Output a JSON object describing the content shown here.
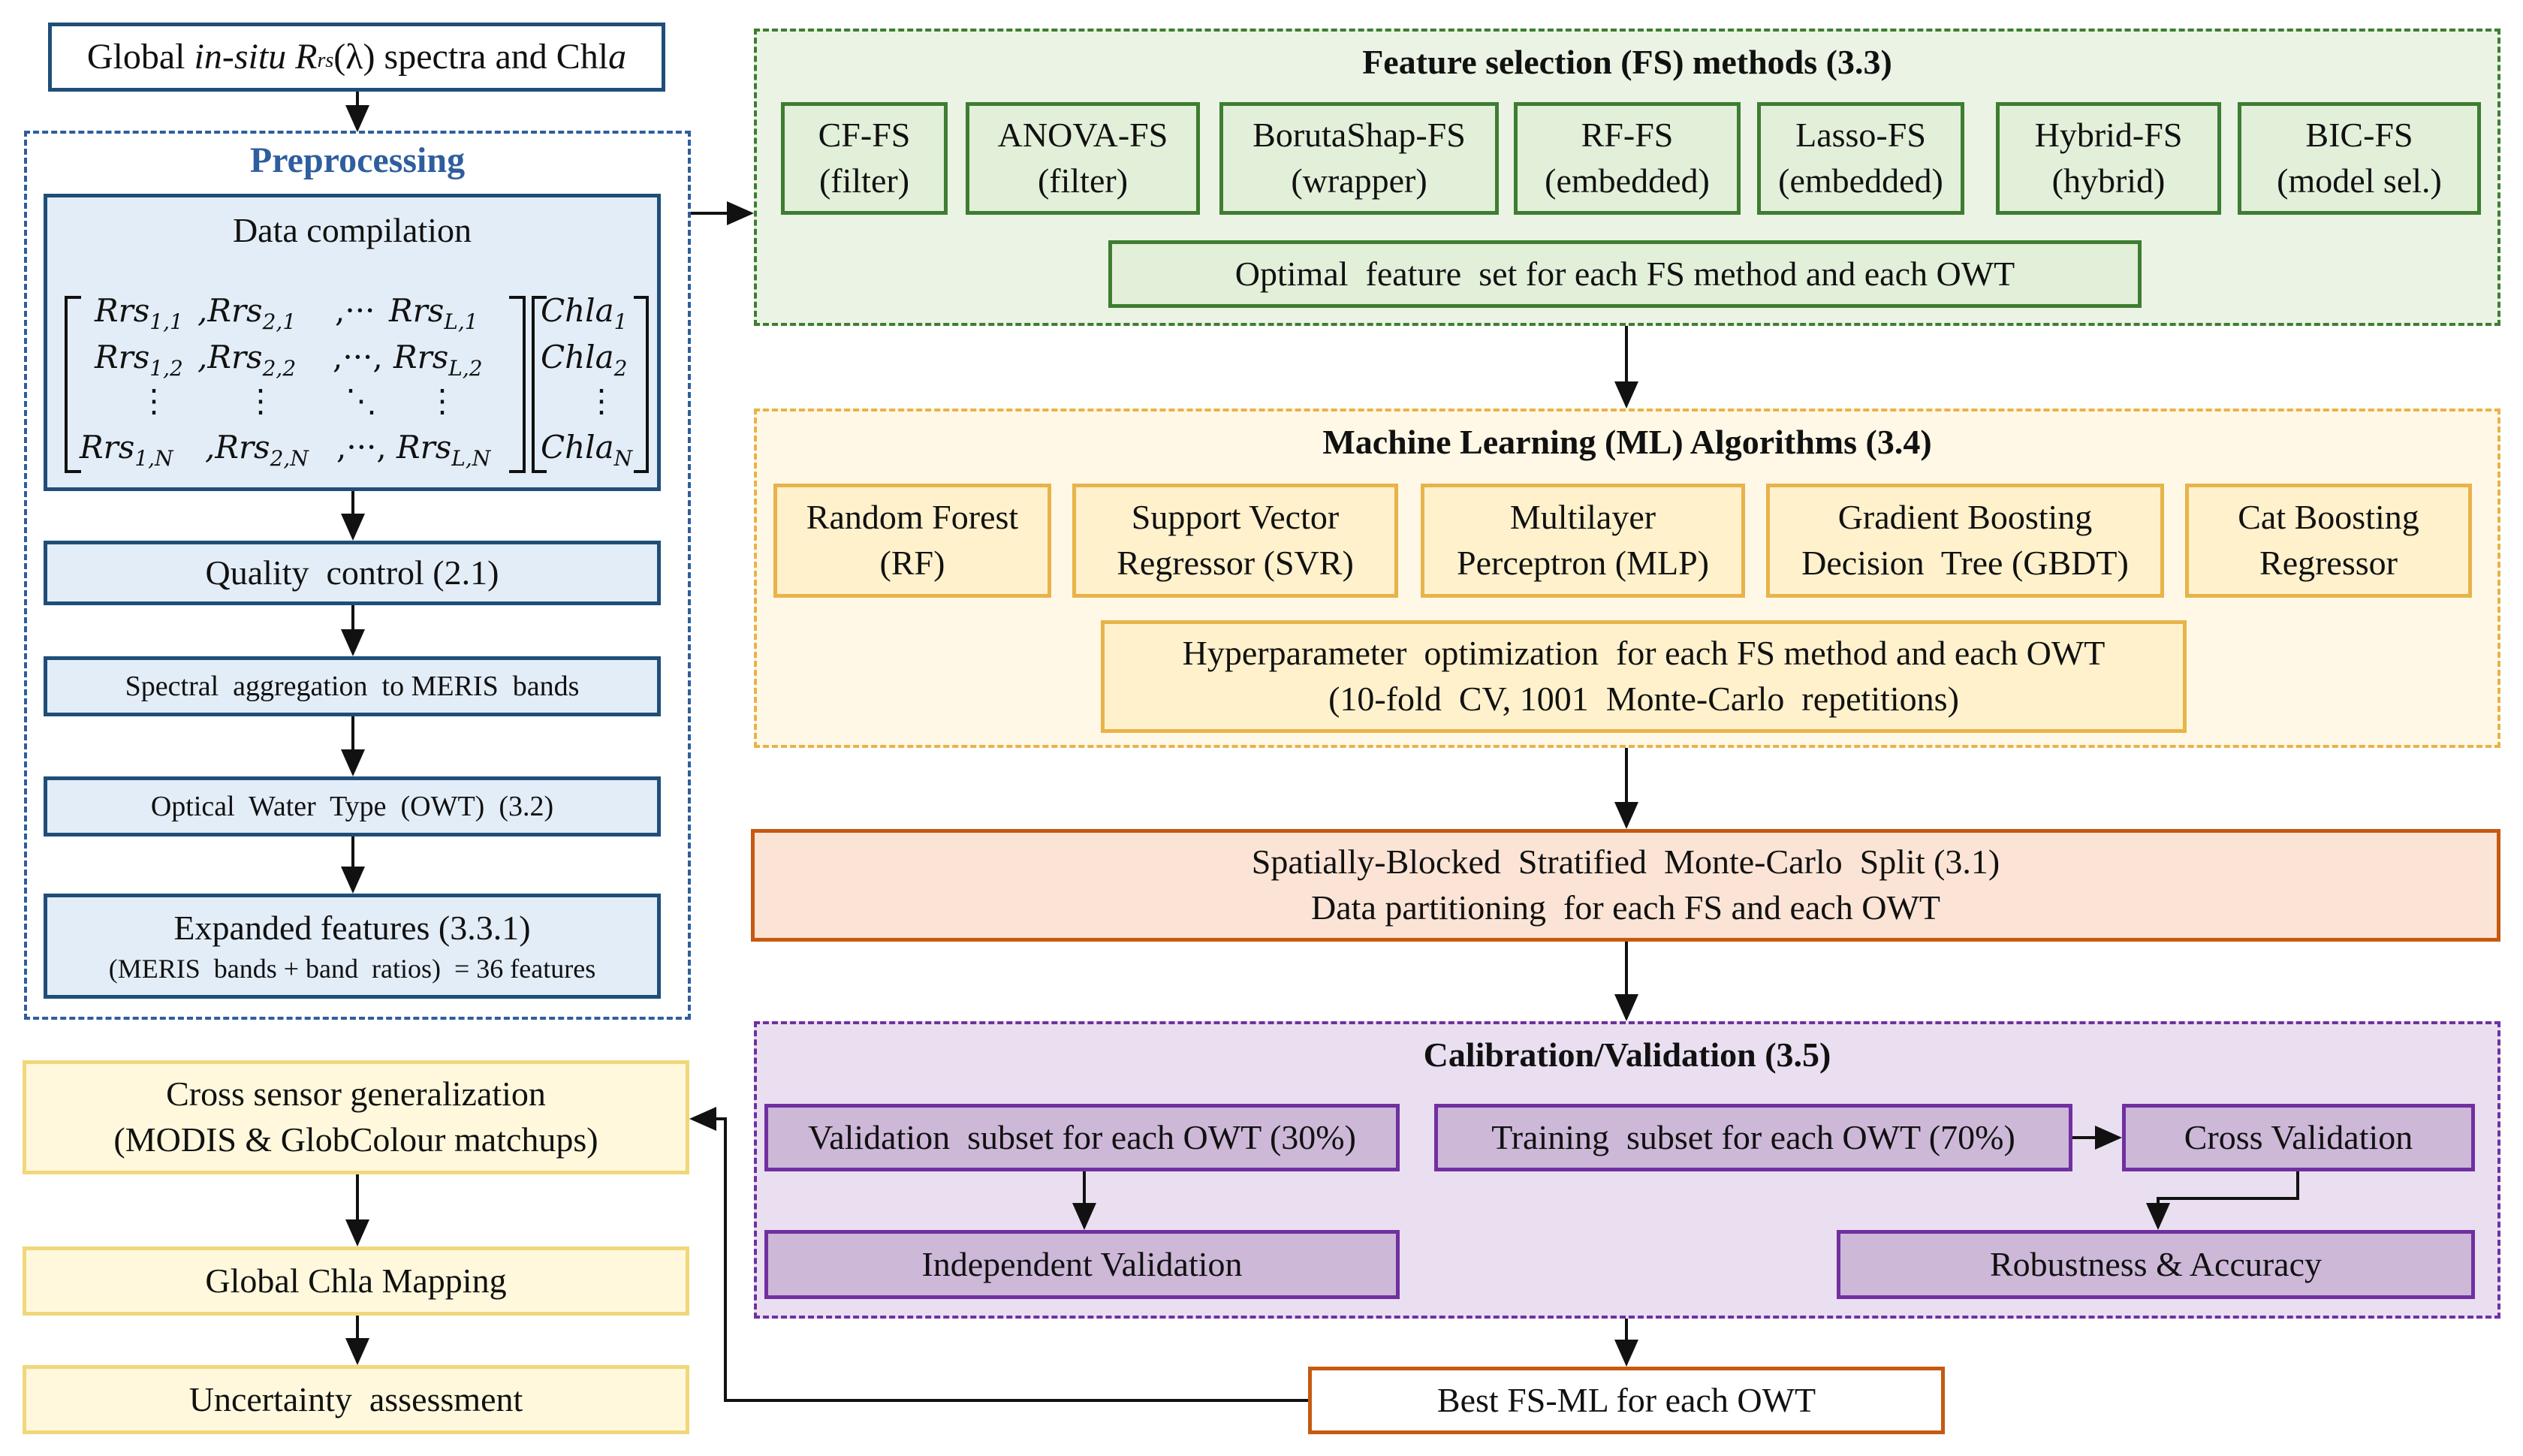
{
  "top_input": {
    "prefix": "Global ",
    "insitu": "in-situ",
    "rrs_R": "R",
    "rrs_sub": "rs",
    "rrs_arg": "(λ)",
    "suffix": " spectra and Chl",
    "suffix_a": "a"
  },
  "preprocessing": {
    "title": "Preprocessing",
    "data_compilation": "Data compilation",
    "matrix": {
      "row1": {
        "a": "Rrs",
        "a_sub": "1,1",
        "b": ",Rrs",
        "b_sub": "2,1",
        "dots": ",··· ",
        "c": "Rrs",
        "c_sub": "L,1"
      },
      "row2": {
        "a": "Rrs",
        "a_sub": "1,2",
        "b": ",Rrs",
        "b_sub": "2,2",
        "dots": ",···,",
        "c": "Rrs",
        "c_sub": "L,2"
      },
      "row3": {
        "a": "⋮",
        "b": "⋮",
        "c": "⋱",
        "d": "⋮"
      },
      "row4": {
        "a": "Rrs",
        "a_sub": "1,N",
        "b": ",Rrs",
        "b_sub": "2,N",
        "dots": ",···,",
        "c": "Rrs",
        "c_sub": "L,N"
      },
      "chla1": "Chla",
      "chla1_sub": "1",
      "chla2": "Chla",
      "chla2_sub": "2",
      "chla_dots": "⋮",
      "chlaN": "Chla",
      "chlaN_sub": "N"
    },
    "quality_control": "Quality  control (2.1)",
    "spectral_aggregation": "Spectral  aggregation  to MERIS  bands",
    "owt": "Optical  Water  Type  (OWT)  (3.2)",
    "expanded_line1": "Expanded features (3.3.1)",
    "expanded_line2": "(MERIS  bands + band  ratios)  = 36 features"
  },
  "feature_selection": {
    "title": "Feature selection (FS) methods (3.3)",
    "methods": [
      {
        "name": "CF-FS",
        "type": "(filter)"
      },
      {
        "name": "ANOVA-FS",
        "type": "(filter)"
      },
      {
        "name": "BorutaShap-FS",
        "type": "(wrapper)"
      },
      {
        "name": "RF-FS",
        "type": "(embedded)"
      },
      {
        "name": "Lasso-FS",
        "type": "(embedded)"
      },
      {
        "name": "Hybrid-FS",
        "type": "(hybrid)"
      },
      {
        "name": "BIC-FS",
        "type": "(model sel.)"
      }
    ],
    "optimal": "Optimal  feature  set for each FS method and each OWT"
  },
  "ml": {
    "title": "Machine Learning (ML) Algorithms (3.4)",
    "algorithms": [
      {
        "line1": "Random Forest",
        "line2": "(RF)"
      },
      {
        "line1": "Support Vector",
        "line2": "Regressor (SVR)"
      },
      {
        "line1": "Multilayer",
        "line2": "Perceptron (MLP)"
      },
      {
        "line1": "Gradient Boosting",
        "line2": "Decision  Tree (GBDT)"
      },
      {
        "line1": "Cat Boosting",
        "line2": "Regressor"
      }
    ],
    "hyper_line1": "Hyperparameter  optimization  for each FS method and each OWT",
    "hyper_line2": "(10-fold  CV, 1001  Monte-Carlo  repetitions)"
  },
  "split": {
    "line1": "Spatially-Blocked  Stratified  Monte-Carlo  Split (3.1)",
    "line2": "Data partitioning  for each FS and each OWT"
  },
  "calibration": {
    "title": "Calibration/Validation (3.5)",
    "validation_subset": "Validation  subset for each OWT (30%)",
    "training_subset": "Training  subset for each OWT (70%)",
    "cross_validation": "Cross Validation",
    "independent_validation": "Independent Validation",
    "robustness": "Robustness & Accuracy"
  },
  "best": "Best FS-ML for each OWT",
  "outputs": {
    "cross_sensor_line1": "Cross sensor generalization",
    "cross_sensor_line2": "(MODIS & GlobColour matchups)",
    "global_mapping": "Global Chla Mapping",
    "uncertainty": "Uncertainty  assessment"
  },
  "colors": {
    "preprocessing_title": "#2e5e9e",
    "blue_border": "#1f4e79",
    "green_border": "#3e7d32",
    "yellow_border": "#e8b34a",
    "orange_border": "#c55a11",
    "purple_border": "#7030a0"
  }
}
